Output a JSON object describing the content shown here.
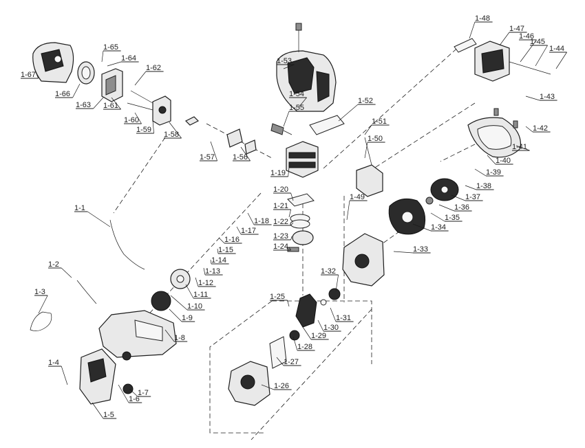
{
  "labels": [
    "1-1",
    "1-2",
    "1-3",
    "1-4",
    "1-5",
    "1-6",
    "1-7",
    "1-8",
    "1-9",
    "1-10",
    "1-11",
    "1-12",
    "1-13",
    "1-14",
    "1-15",
    "1-16",
    "1-17",
    "1-18",
    "1-19",
    "1-20",
    "1-21",
    "1-22",
    "1-23",
    "1-24",
    "1-25",
    "1-26",
    "1-27",
    "1-28",
    "1-29",
    "1-30",
    "1-31",
    "1-32",
    "1-33",
    "1-34",
    "1-35",
    "1-36",
    "1-37",
    "1-38",
    "1-39",
    "1-40",
    "1-41",
    "1-42",
    "1-43",
    "1-44",
    "1-45",
    "1-46",
    "1-47",
    "1-48",
    "1-49",
    "1-50",
    "1-51",
    "1-52",
    "1-53",
    "1-54",
    "1-55",
    "1-56",
    "1-57",
    "1-58",
    "1-59",
    "1-60",
    "1-61",
    "1-62",
    "1-63",
    "1-64",
    "1-65",
    "1-66",
    "1-67"
  ]
}
